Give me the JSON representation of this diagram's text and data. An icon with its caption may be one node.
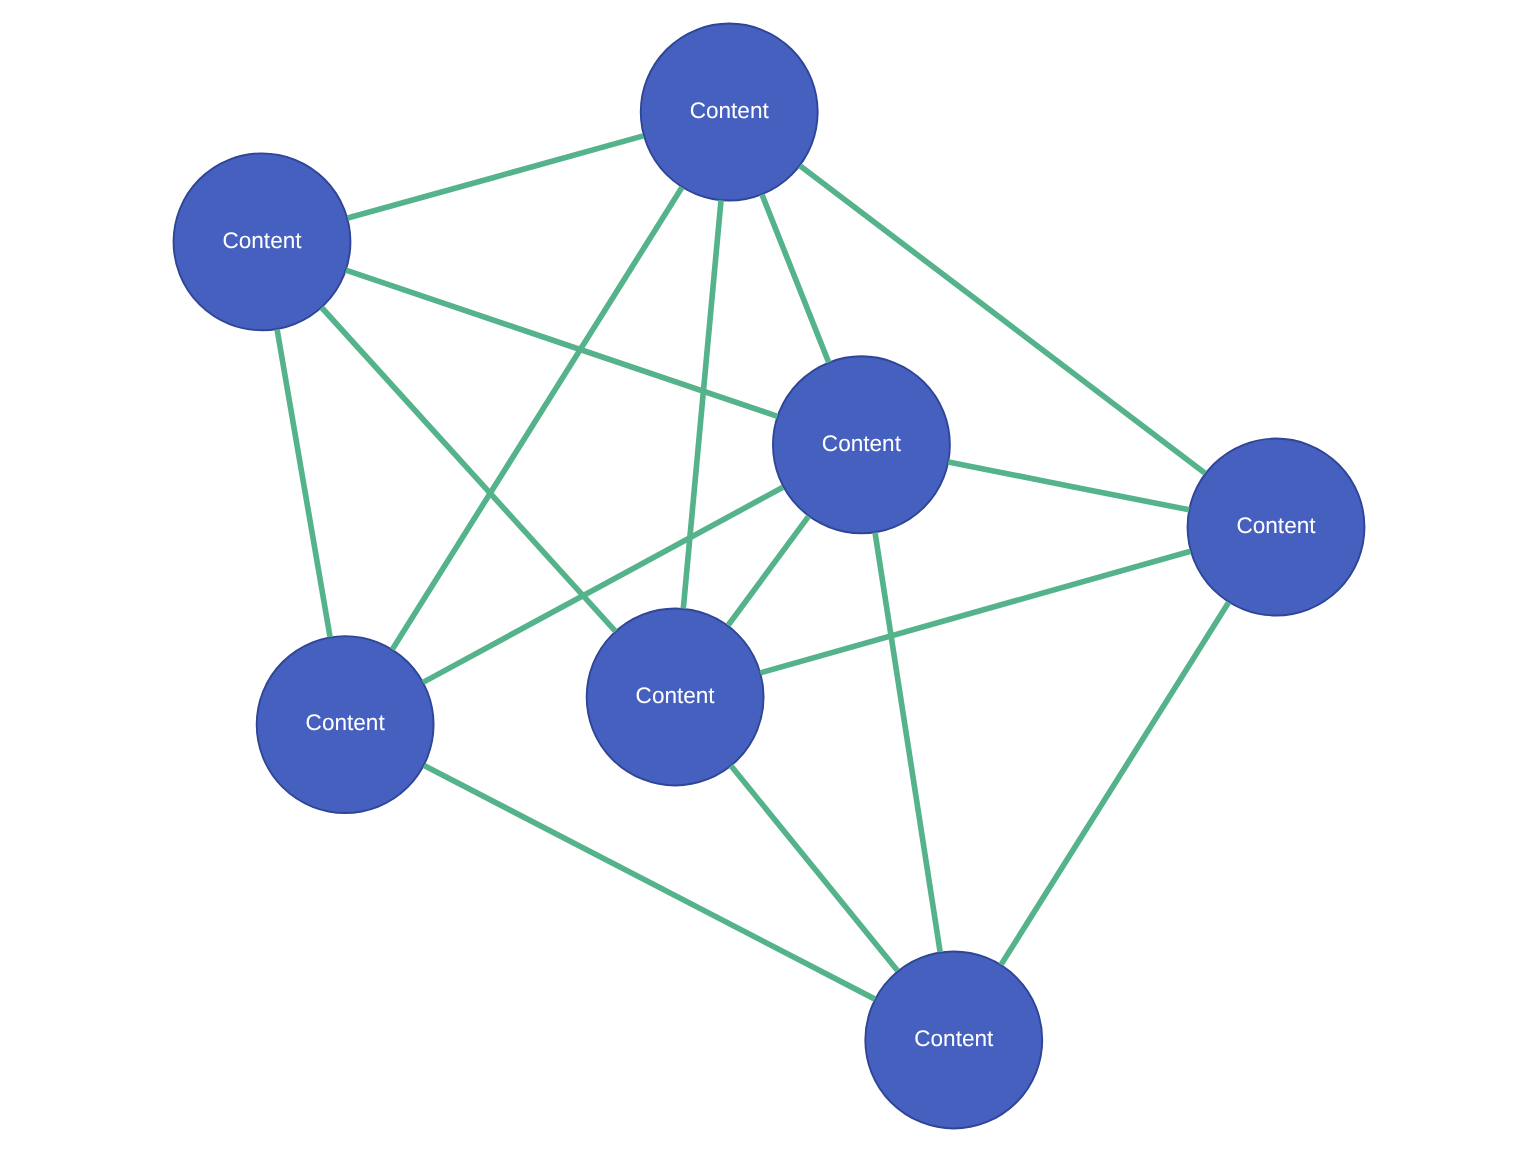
{
  "diagram": {
    "nodes": [
      {
        "text": [
          "Content"
        ]
      },
      {
        "text": [
          "Content"
        ]
      },
      {
        "text": [
          "Content"
        ]
      },
      {
        "text": [
          "Content"
        ]
      },
      {
        "text": [
          "Content"
        ]
      },
      {
        "text": [
          "Content"
        ]
      },
      {
        "text": [
          "Content"
        ]
      }
    ],
    "edges": [
      {
        "from": 0,
        "to": 1,
        "arrow": "none"
      },
      {
        "from": 0,
        "to": 2,
        "arrow": "none"
      },
      {
        "from": 0,
        "to": 3,
        "arrow": "none"
      },
      {
        "from": 0,
        "to": 5,
        "arrow": "none"
      },
      {
        "from": 1,
        "to": 2,
        "arrow": "none"
      },
      {
        "from": 1,
        "to": 6,
        "arrow": "none"
      },
      {
        "from": 1,
        "to": 4,
        "arrow": "none"
      },
      {
        "from": 2,
        "to": 3,
        "arrow": "none"
      },
      {
        "from": 2,
        "to": 4,
        "arrow": "none"
      },
      {
        "from": 2,
        "to": 5,
        "arrow": "none"
      },
      {
        "from": 2,
        "to": 6,
        "arrow": "none"
      },
      {
        "from": 3,
        "to": 6,
        "arrow": "none"
      },
      {
        "from": 3,
        "to": 5,
        "arrow": "none"
      },
      {
        "from": 4,
        "to": 5,
        "arrow": "none"
      },
      {
        "from": 4,
        "to": 6,
        "arrow": "none"
      },
      {
        "from": 5,
        "to": 6,
        "arrow": "none"
      }
    ]
  }
}
